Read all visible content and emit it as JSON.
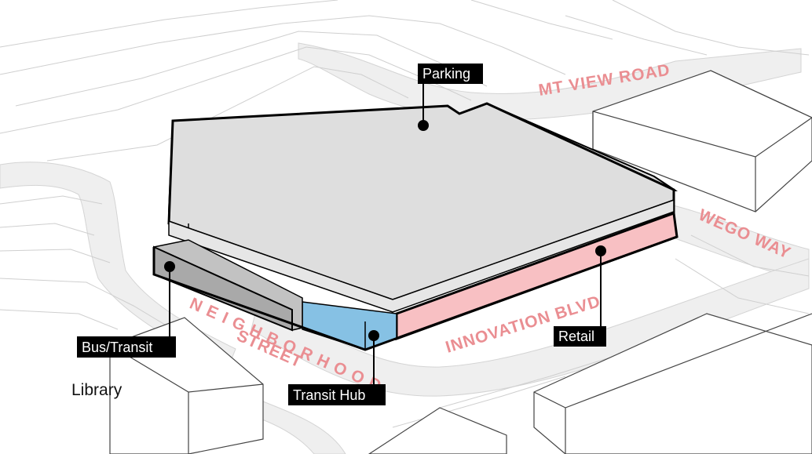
{
  "callouts": {
    "parking": "Parking",
    "bus_transit": "Bus/Transit",
    "transit_hub": "Transit Hub",
    "retail": "Retail"
  },
  "streets": {
    "mt_view_road": "MT VIEW ROAD",
    "wego_way": "WEGO WAY",
    "neighborhood": "NEIGHBORHOOD",
    "street": "STREET",
    "innovation_blvd": "INNOVATION BLVD"
  },
  "places": {
    "library": "Library"
  },
  "colors": {
    "roof": "#dedede",
    "retail": "#f8c0c3",
    "transit_hub": "#86c1e4",
    "bus_transit": "#b4b4b4",
    "street_label": "#ea8e92",
    "callout_bg": "#000000",
    "callout_text": "#ffffff"
  }
}
